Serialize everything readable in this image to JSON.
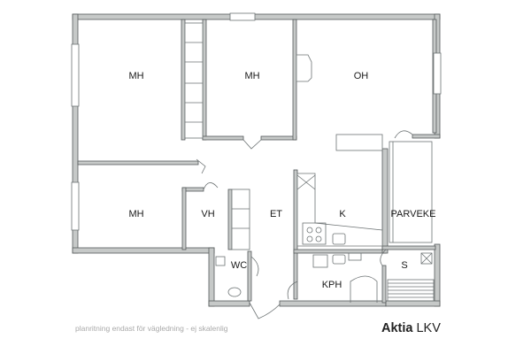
{
  "rooms": {
    "mh_top_left": "MH",
    "mh_top_center": "MH",
    "oh": "OH",
    "mh_bottom_left": "MH",
    "vh": "VH",
    "et": "ET",
    "k": "K",
    "parveke": "PARVEKE",
    "wc": "WC",
    "s": "S",
    "kph": "KPH"
  },
  "footer": {
    "disclaimer": "planritning endast för vägledning - ej skalenlig",
    "brand": "Aktia",
    "brand_suffix": "LKV"
  },
  "colors": {
    "wall_fill": "#c6c9c8",
    "wall_stroke": "#555b5c",
    "line": "#6d7374",
    "text": "#1a1a1a",
    "disclaimer": "#a9a9a9"
  }
}
